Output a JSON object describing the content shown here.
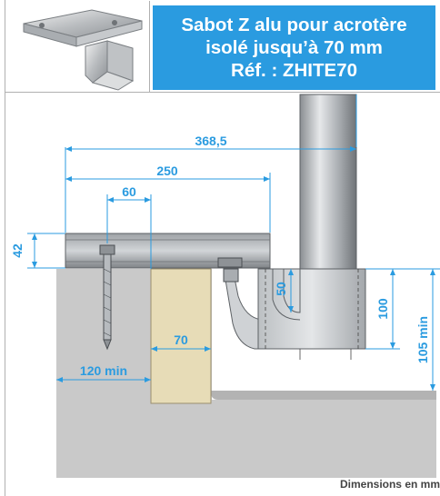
{
  "header": {
    "title_line1": "Sabot Z alu pour acrotère",
    "title_line2": "isolé jusqu’à 70 mm",
    "title_line3": "Réf. : ZHITE70",
    "accent_color": "#2a9be0"
  },
  "dimensions": {
    "overall_width": "368,5",
    "plate_width": "250",
    "anchor_offset": "60",
    "plate_height": "42",
    "slot_height": "50",
    "insulation_width": "70",
    "tube_sleeve_height": "100",
    "min_height": "105 min",
    "min_edge": "120 min"
  },
  "footer": {
    "note": "Dimensions en mm"
  }
}
